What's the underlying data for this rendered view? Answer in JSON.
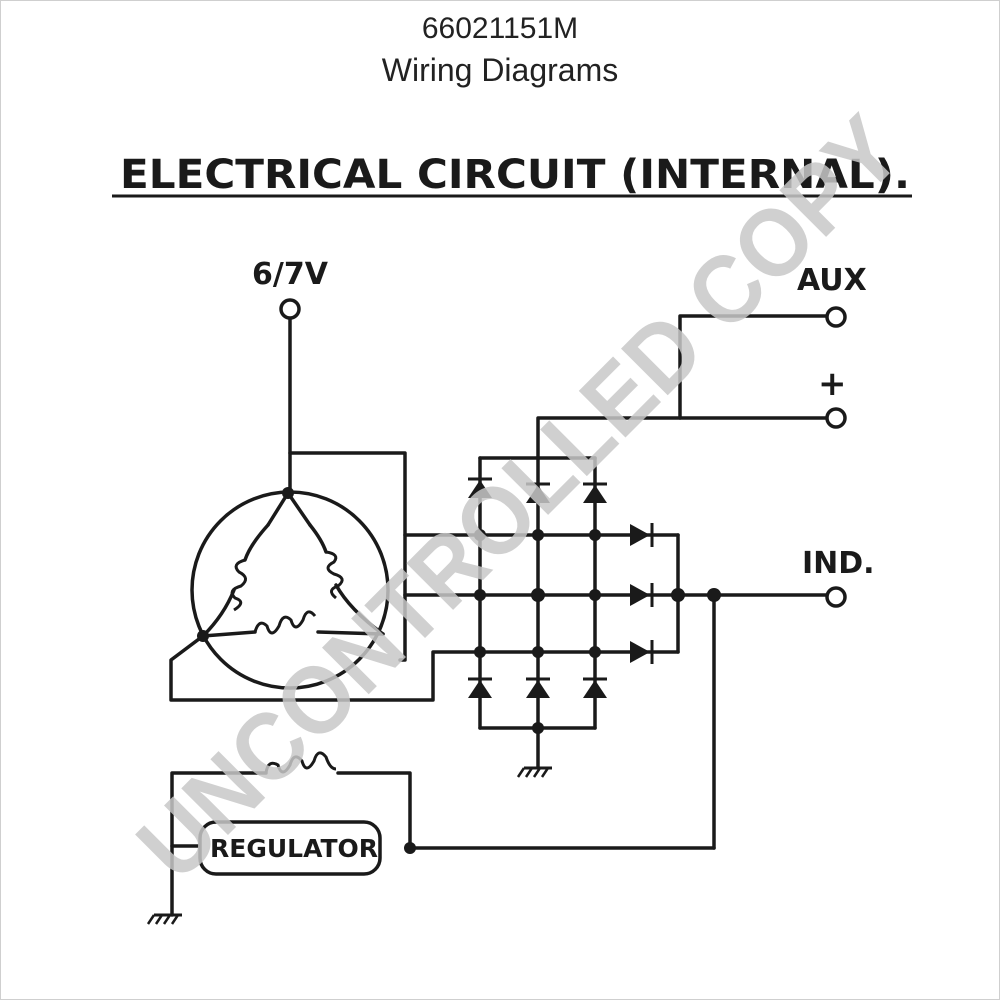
{
  "header": {
    "part_number": "66021151M",
    "subtitle": "Wiring Diagrams"
  },
  "diagram": {
    "title": "ELECTRICAL CIRCUIT (INTERNAL).",
    "terminals": {
      "supply": "6/7V",
      "aux": "AUX",
      "positive": "+",
      "ind": "IND."
    },
    "regulator_label": "REGULATOR"
  },
  "watermark": "UNCONTROLLED COPY",
  "colors": {
    "ink": "#1a1a1a",
    "watermark": "#c8c8c8"
  }
}
